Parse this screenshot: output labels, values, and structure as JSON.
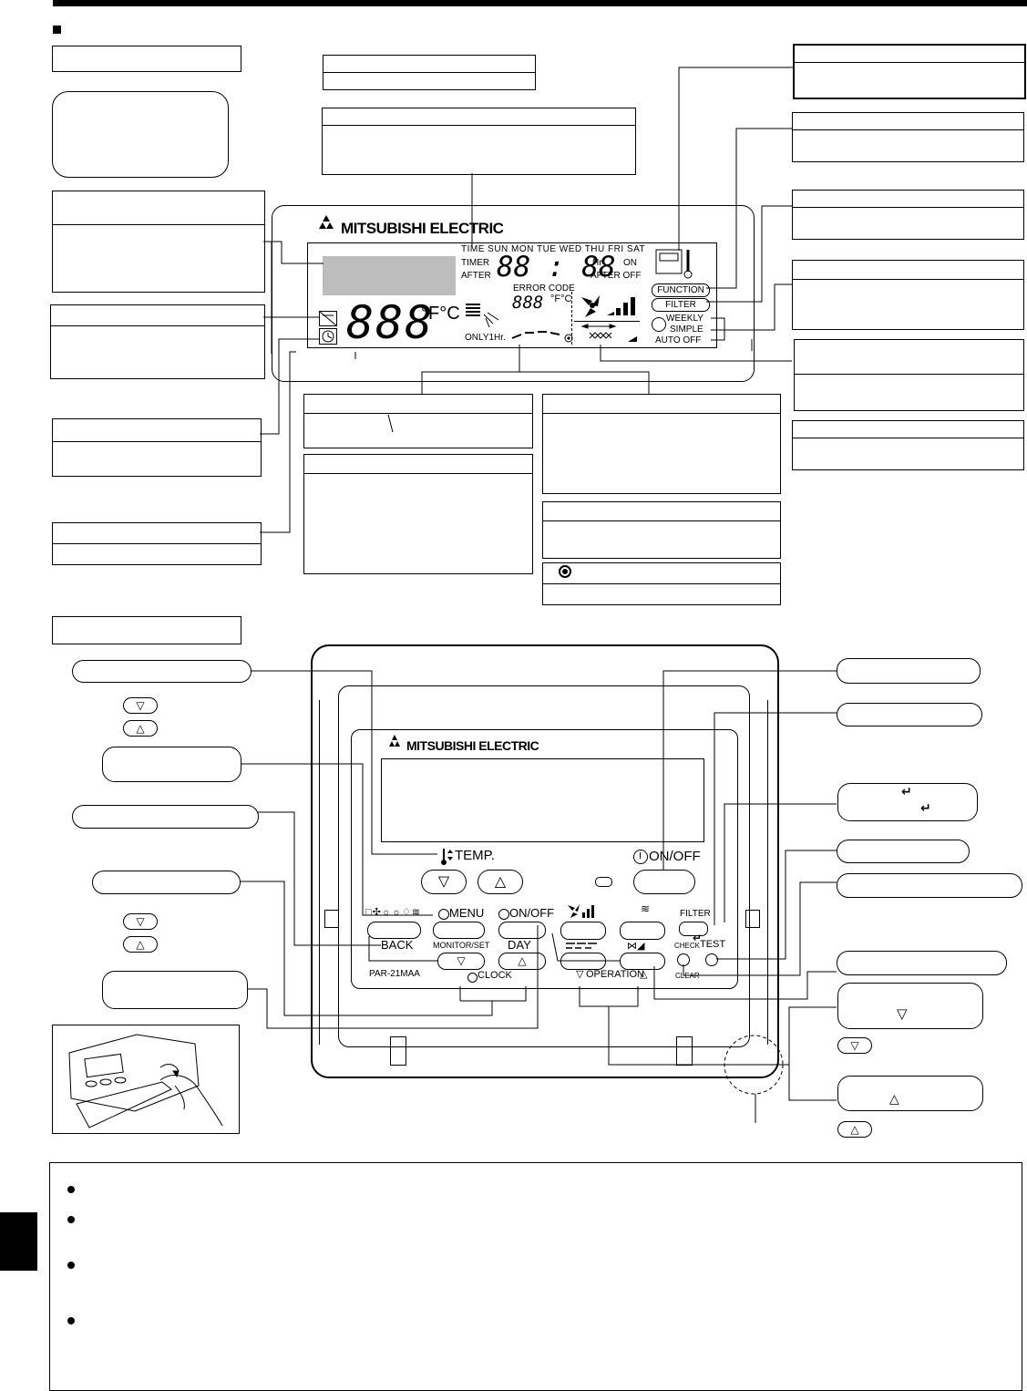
{
  "brand": "MITSUBISHI ELECTRIC",
  "lcd": {
    "day_row": "TIME SUN MON TUE WED THU FRI SAT",
    "timer": "TIMER",
    "after": "AFTER",
    "clock": "88 : 88",
    "hr": "Hr",
    "on": "ON",
    "after_off": "AFTER  OFF",
    "error_code": "ERROR CODE",
    "error_value": "888",
    "error_unit": "°F°C",
    "temp_value": "888",
    "temp_unit": "°F°C",
    "only1hr": "ONLY1Hr.",
    "function": "FUNCTION",
    "filter": "FILTER",
    "weekly": "WEEKLY",
    "simple": "SIMPLE",
    "auto_off": "AUTO OFF"
  },
  "controller": {
    "temp_label": "TEMP.",
    "onoff_label": "ON/OFF",
    "menu_label": "MENU",
    "timer_onoff_label": "ON/OFF",
    "back_label": "BACK",
    "monitor_set_label": "MONITOR/SET",
    "day_label": "DAY",
    "clock_label": "CLOCK",
    "model": "PAR-21MAA",
    "operation_label": "OPERATION",
    "filter_label": "FILTER",
    "check_label": "CHECK",
    "test_label": "TEST",
    "clear_label": "CLEAR",
    "down_arrow": "▽",
    "up_arrow": "△",
    "enter_symbol": "↵"
  },
  "colors": {
    "lcd_gray": "#bdbdbd",
    "tab": "#000000"
  }
}
